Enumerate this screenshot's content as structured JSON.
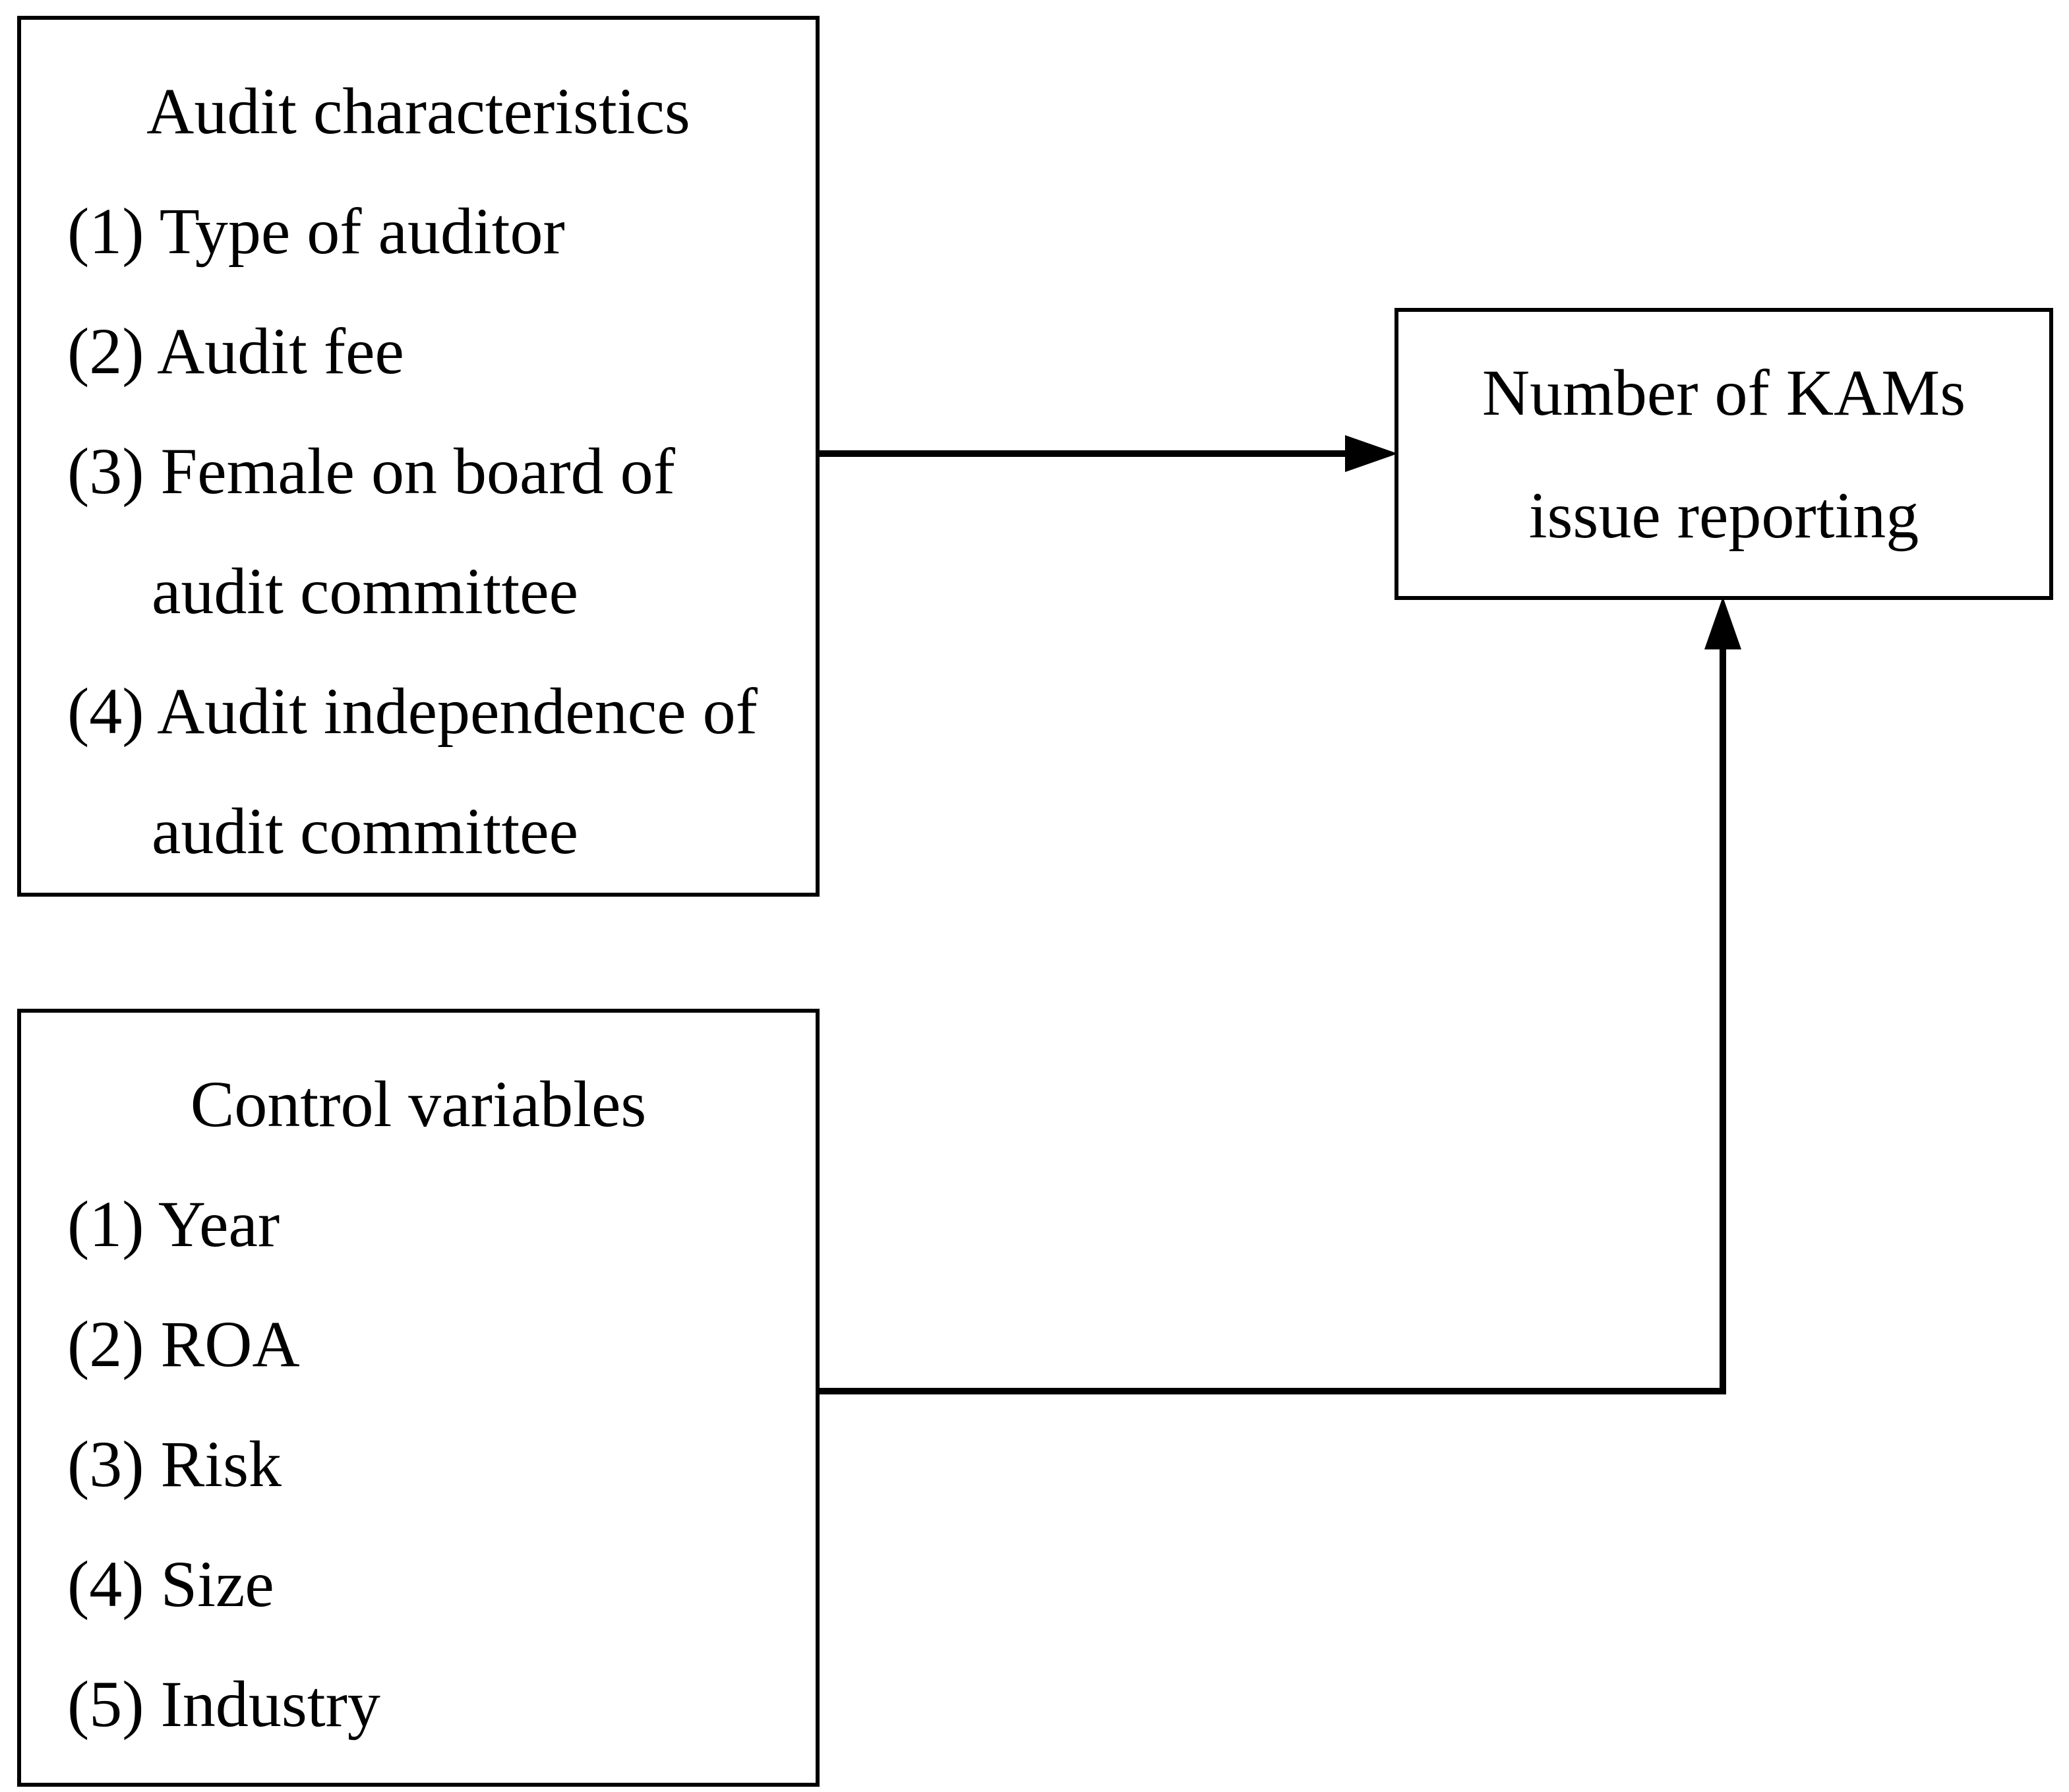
{
  "colors": {
    "ink": "#000000",
    "paper": "#ffffff"
  },
  "boxes": {
    "audit_characteristics": {
      "title": "Audit characteristics",
      "lines": [
        {
          "label": "(1) Type of auditor"
        },
        {
          "label": "(2) Audit fee"
        },
        {
          "label": "(3) Female on board of"
        },
        {
          "label": "audit committee"
        },
        {
          "label": "(4) Audit independence of"
        },
        {
          "label": "audit committee"
        }
      ]
    },
    "control_variables": {
      "title": "Control variables",
      "lines": [
        {
          "label": "(1) Year"
        },
        {
          "label": "(2) ROA"
        },
        {
          "label": "(3) Risk"
        },
        {
          "label": "(4) Size"
        },
        {
          "label": "(5) Industry"
        }
      ]
    },
    "kams": {
      "line1": "Number of KAMs",
      "line2": "issue reporting"
    }
  },
  "arrows": [
    {
      "name": "audit-characteristics-to-kams",
      "direction": "right"
    },
    {
      "name": "control-variables-to-kams",
      "direction": "up"
    }
  ]
}
